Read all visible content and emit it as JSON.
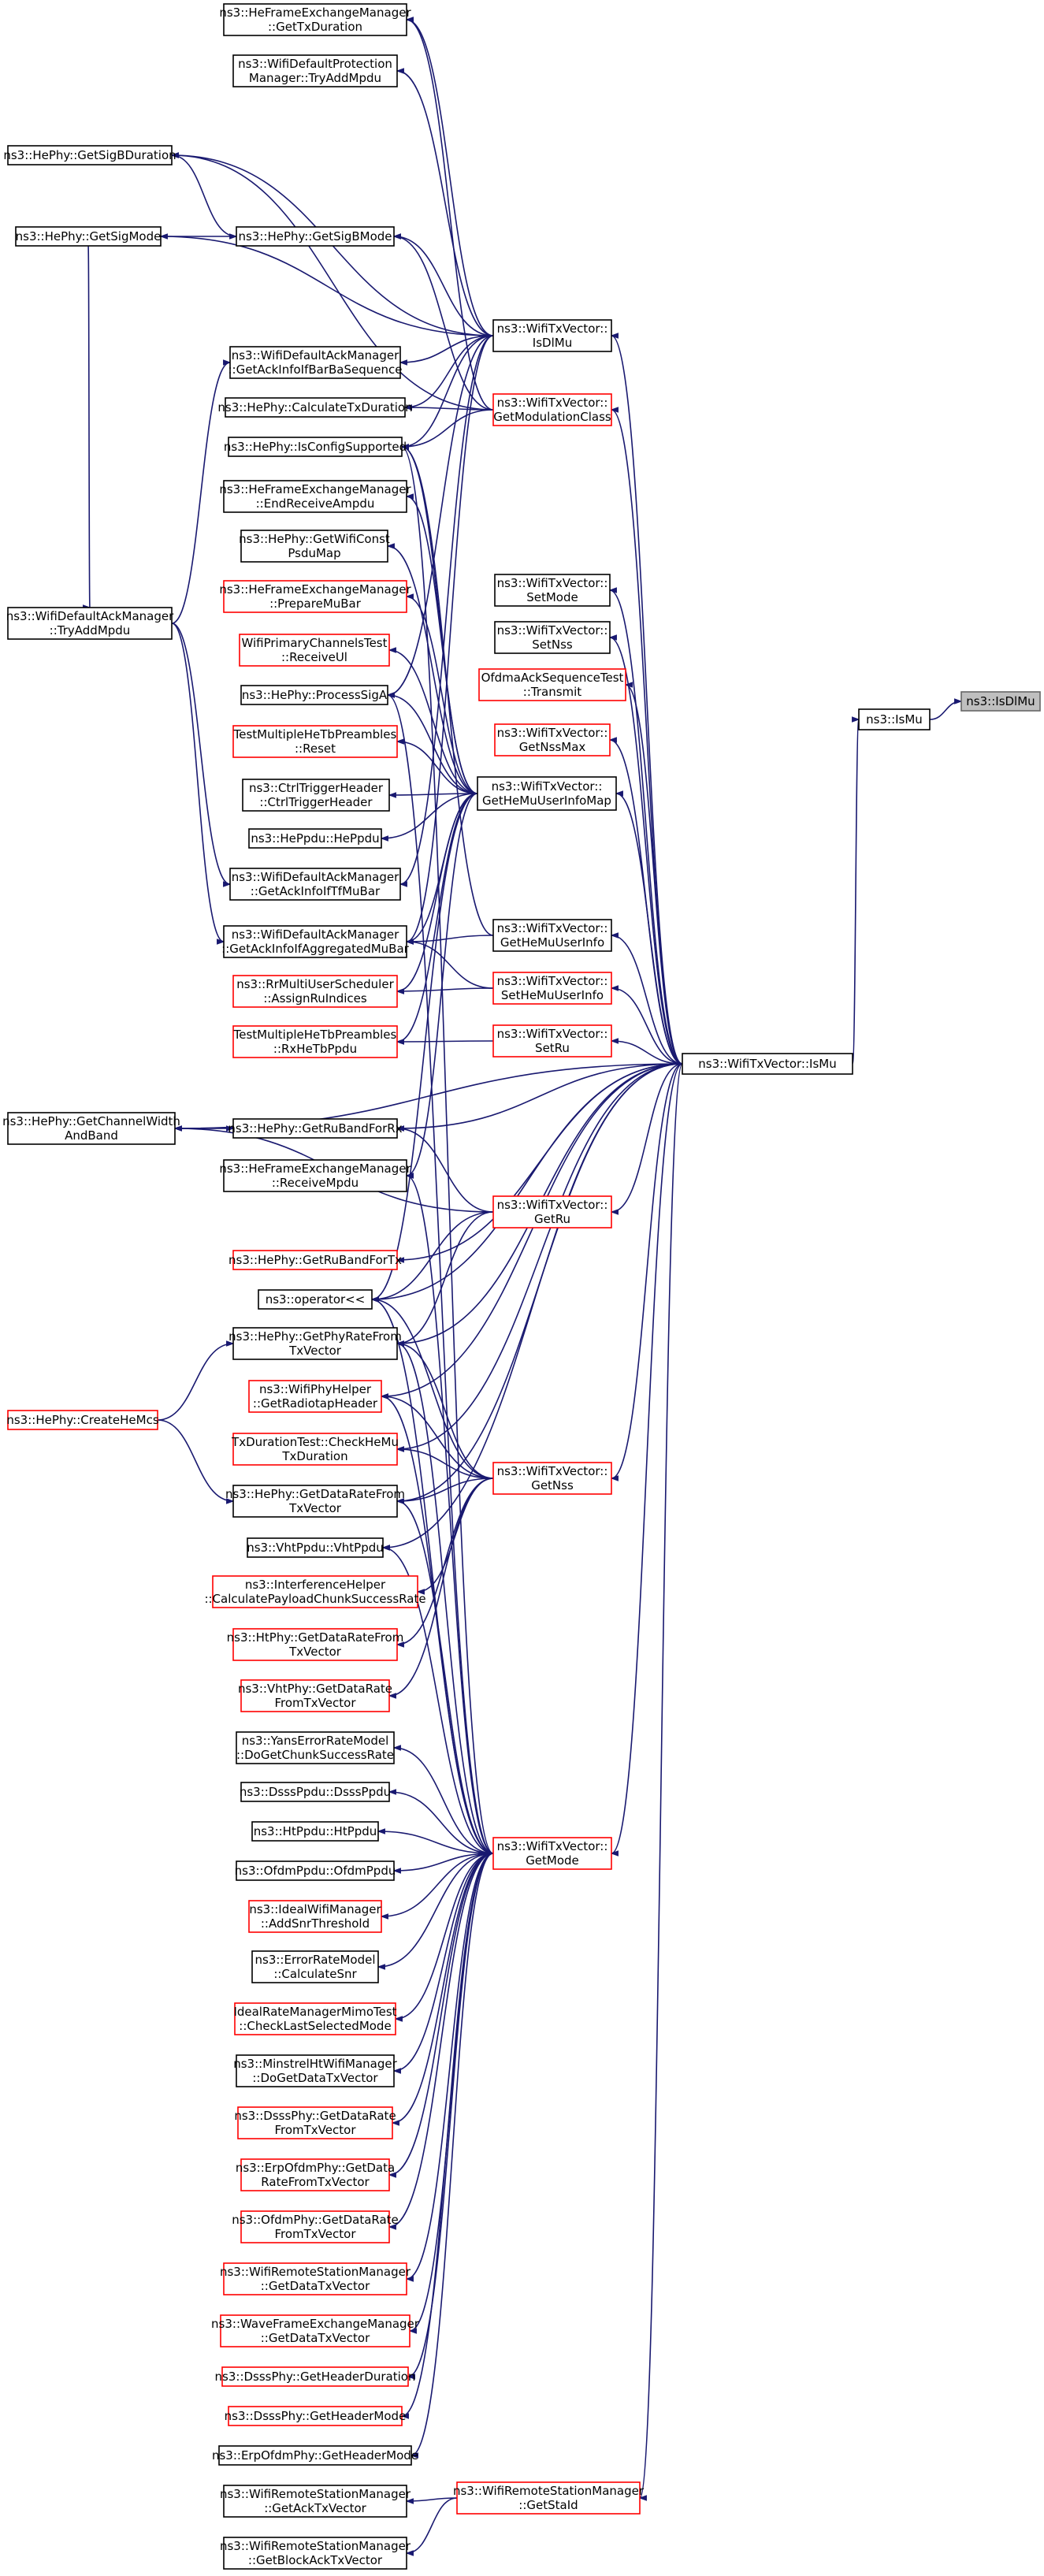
{
  "nodes": [
    {
      "id": "isdlmu_focus",
      "lines": [
        "ns3::IsDlMu"
      ],
      "style": "focus"
    },
    {
      "id": "ismu",
      "lines": [
        "ns3::IsMu"
      ],
      "style": "black"
    },
    {
      "id": "txv_ismu",
      "lines": [
        "ns3::WifiTxVector::IsMu"
      ],
      "style": "black"
    },
    {
      "id": "txv_isdlmu",
      "lines": [
        "ns3::WifiTxVector::",
        "IsDlMu"
      ],
      "style": "black"
    },
    {
      "id": "txv_getmodclass",
      "lines": [
        "ns3::WifiTxVector::",
        "GetModulationClass"
      ],
      "style": "red"
    },
    {
      "id": "txv_setmode",
      "lines": [
        "ns3::WifiTxVector::",
        "SetMode"
      ],
      "style": "black"
    },
    {
      "id": "txv_setnss",
      "lines": [
        "ns3::WifiTxVector::",
        "SetNss"
      ],
      "style": "black"
    },
    {
      "id": "ofdma_transmit",
      "lines": [
        "OfdmaAckSequenceTest",
        "::Transmit"
      ],
      "style": "red"
    },
    {
      "id": "txv_getnssmax",
      "lines": [
        "ns3::WifiTxVector::",
        "GetNssMax"
      ],
      "style": "red"
    },
    {
      "id": "txv_gethemumap",
      "lines": [
        "ns3::WifiTxVector::",
        "GetHeMuUserInfoMap"
      ],
      "style": "black"
    },
    {
      "id": "txv_gethemuinfo",
      "lines": [
        "ns3::WifiTxVector::",
        "GetHeMuUserInfo"
      ],
      "style": "black"
    },
    {
      "id": "txv_sethemuinfo",
      "lines": [
        "ns3::WifiTxVector::",
        "SetHeMuUserInfo"
      ],
      "style": "red"
    },
    {
      "id": "txv_setru",
      "lines": [
        "ns3::WifiTxVector::",
        "SetRu"
      ],
      "style": "red"
    },
    {
      "id": "txv_getru",
      "lines": [
        "ns3::WifiTxVector::",
        "GetRu"
      ],
      "style": "red"
    },
    {
      "id": "txv_getnss",
      "lines": [
        "ns3::WifiTxVector::",
        "GetNss"
      ],
      "style": "red"
    },
    {
      "id": "txv_getmode",
      "lines": [
        "ns3::WifiTxVector::",
        "GetMode"
      ],
      "style": "red"
    },
    {
      "id": "rsm_getstaid",
      "lines": [
        "ns3::WifiRemoteStationManager",
        "::GetStaId"
      ],
      "style": "red"
    },
    {
      "id": "hefem_gettxduration",
      "lines": [
        "ns3::HeFrameExchangeManager",
        "::GetTxDuration"
      ],
      "style": "black"
    },
    {
      "id": "wdpm_tryaddmpdu",
      "lines": [
        "ns3::WifiDefaultProtection",
        "Manager::TryAddMpdu"
      ],
      "style": "black"
    },
    {
      "id": "hephy_getsigbduration",
      "lines": [
        "ns3::HePhy::GetSigBDuration"
      ],
      "style": "black"
    },
    {
      "id": "hephy_getsigmode",
      "lines": [
        "ns3::HePhy::GetSigMode"
      ],
      "style": "black"
    },
    {
      "id": "hephy_getsigbmode",
      "lines": [
        "ns3::HePhy::GetSigBMode"
      ],
      "style": "black"
    },
    {
      "id": "wdam_getackinfoifbarba",
      "lines": [
        "ns3::WifiDefaultAckManager",
        "::GetAckInfoIfBarBaSequence"
      ],
      "style": "black"
    },
    {
      "id": "hephy_calculatetxduration",
      "lines": [
        "ns3::HePhy::CalculateTxDuration"
      ],
      "style": "black"
    },
    {
      "id": "hephy_isconfigsupported",
      "lines": [
        "ns3::HePhy::IsConfigSupported"
      ],
      "style": "black"
    },
    {
      "id": "hefem_endreceiveampdu",
      "lines": [
        "ns3::HeFrameExchangeManager",
        "::EndReceiveAmpdu"
      ],
      "style": "black"
    },
    {
      "id": "hephy_getwificonstpsdumap",
      "lines": [
        "ns3::HePhy::GetWifiConst",
        "PsduMap"
      ],
      "style": "black"
    },
    {
      "id": "hefem_preparemubar",
      "lines": [
        "ns3::HeFrameExchangeManager",
        "::PrepareMuBar"
      ],
      "style": "red"
    },
    {
      "id": "damanager_tryaddmpdu",
      "lines": [
        "ns3::WifiDefaultAckManager",
        "::TryAddMpdu"
      ],
      "style": "black"
    },
    {
      "id": "wpct_receiveul",
      "lines": [
        "WifiPrimaryChannelsTest",
        "::ReceiveUl"
      ],
      "style": "red"
    },
    {
      "id": "hephy_processsiga",
      "lines": [
        "ns3::HePhy::ProcessSigA"
      ],
      "style": "black"
    },
    {
      "id": "tmhtp_reset",
      "lines": [
        "TestMultipleHeTbPreambles",
        "::Reset"
      ],
      "style": "red"
    },
    {
      "id": "ctrltrigger",
      "lines": [
        "ns3::CtrlTriggerHeader",
        "::CtrlTriggerHeader"
      ],
      "style": "black"
    },
    {
      "id": "hepdu_hepdu",
      "lines": [
        "ns3::HePpdu::HePpdu"
      ],
      "style": "black"
    },
    {
      "id": "wdam_getackinfoiftfmubar",
      "lines": [
        "ns3::WifiDefaultAckManager",
        "::GetAckInfoIfTfMuBar"
      ],
      "style": "black"
    },
    {
      "id": "wdam_getackinfoifaggmubar",
      "lines": [
        "ns3::WifiDefaultAckManager",
        "::GetAckInfoIfAggregatedMuBar"
      ],
      "style": "black"
    },
    {
      "id": "rrmus_assignruindices",
      "lines": [
        "ns3::RrMultiUserScheduler",
        "::AssignRuIndices"
      ],
      "style": "red"
    },
    {
      "id": "tmhtp_rxhetbppdu",
      "lines": [
        "TestMultipleHeTbPreambles",
        "::RxHeTbPpdu"
      ],
      "style": "red"
    },
    {
      "id": "hephy_getchannelwidthandband",
      "lines": [
        "ns3::HePhy::GetChannelWidth",
        "AndBand"
      ],
      "style": "black"
    },
    {
      "id": "hephy_getrubandforrx",
      "lines": [
        "ns3::HePhy::GetRuBandForRx"
      ],
      "style": "black"
    },
    {
      "id": "hefem_receivempdu",
      "lines": [
        "ns3::HeFrameExchangeManager",
        "::ReceiveMpdu"
      ],
      "style": "black"
    },
    {
      "id": "hephy_getrubandfortx",
      "lines": [
        "ns3::HePhy::GetRuBandForTx"
      ],
      "style": "red"
    },
    {
      "id": "operator_ll",
      "lines": [
        "ns3::operator<<"
      ],
      "style": "black"
    },
    {
      "id": "hephy_getphyratefromtxvector",
      "lines": [
        "ns3::HePhy::GetPhyRateFrom",
        "TxVector"
      ],
      "style": "black"
    },
    {
      "id": "wifiphyhelper_getradiotapheader",
      "lines": [
        "ns3::WifiPhyHelper",
        "::GetRadiotapHeader"
      ],
      "style": "red"
    },
    {
      "id": "hephy_createhemcs",
      "lines": [
        "ns3::HePhy::CreateHeMcs"
      ],
      "style": "red"
    },
    {
      "id": "tdt_checkhemutxduration",
      "lines": [
        "TxDurationTest::CheckHeMu",
        "TxDuration"
      ],
      "style": "red"
    },
    {
      "id": "hephy_getdataratefromtxvector",
      "lines": [
        "ns3::HePhy::GetDataRateFrom",
        "TxVector"
      ],
      "style": "black"
    },
    {
      "id": "vhtppdu_vhtppdu",
      "lines": [
        "ns3::VhtPpdu::VhtPpdu"
      ],
      "style": "black"
    },
    {
      "id": "ih_calcpayloadchunk",
      "lines": [
        "ns3::InterferenceHelper",
        "::CalculatePayloadChunkSuccessRate"
      ],
      "style": "red"
    },
    {
      "id": "htphy_getdataratefromtxvector",
      "lines": [
        "ns3::HtPhy::GetDataRateFrom",
        "TxVector"
      ],
      "style": "red"
    },
    {
      "id": "vhtphy_getdatarate",
      "lines": [
        "ns3::VhtPhy::GetDataRate",
        "FromTxVector"
      ],
      "style": "red"
    },
    {
      "id": "yans_dogetchunksuccessrate",
      "lines": [
        "ns3::YansErrorRateModel",
        "::DoGetChunkSuccessRate"
      ],
      "style": "black"
    },
    {
      "id": "dsssppdu_dsssppdu",
      "lines": [
        "ns3::DsssPpdu::DsssPpdu"
      ],
      "style": "black"
    },
    {
      "id": "htppdu_htppdu",
      "lines": [
        "ns3::HtPpdu::HtPpdu"
      ],
      "style": "black"
    },
    {
      "id": "ofdmppdu_ofdmppdu",
      "lines": [
        "ns3::OfdmPpdu::OfdmPpdu"
      ],
      "style": "black"
    },
    {
      "id": "idealwm_addsnrthreshold",
      "lines": [
        "ns3::IdealWifiManager",
        "::AddSnrThreshold"
      ],
      "style": "red"
    },
    {
      "id": "erm_calculatesnr",
      "lines": [
        "ns3::ErrorRateModel",
        "::CalculateSnr"
      ],
      "style": "black"
    },
    {
      "id": "irmmt_checklastselectedmode",
      "lines": [
        "IdealRateManagerMimoTest",
        "::CheckLastSelectedMode"
      ],
      "style": "red"
    },
    {
      "id": "minstrelht_dogetdatatxvector",
      "lines": [
        "ns3::MinstrelHtWifiManager",
        "::DoGetDataTxVector"
      ],
      "style": "black"
    },
    {
      "id": "dsssphy_getdatarate",
      "lines": [
        "ns3::DsssPhy::GetDataRate",
        "FromTxVector"
      ],
      "style": "red"
    },
    {
      "id": "erpofdmphy_getdata",
      "lines": [
        "ns3::ErpOfdmPhy::GetData",
        "RateFromTxVector"
      ],
      "style": "red"
    },
    {
      "id": "ofdmphy_getdatarate",
      "lines": [
        "ns3::OfdmPhy::GetDataRate",
        "FromTxVector"
      ],
      "style": "red"
    },
    {
      "id": "rsm_getdatatxvector",
      "lines": [
        "ns3::WifiRemoteStationManager",
        "::GetDataTxVector"
      ],
      "style": "red"
    },
    {
      "id": "wfem_getdatatxvector",
      "lines": [
        "ns3::WaveFrameExchangeManager",
        "::GetDataTxVector"
      ],
      "style": "red"
    },
    {
      "id": "dsssphy_getheaderduration",
      "lines": [
        "ns3::DsssPhy::GetHeaderDuration"
      ],
      "style": "red"
    },
    {
      "id": "dsssphy_getheadermode",
      "lines": [
        "ns3::DsssPhy::GetHeaderMode"
      ],
      "style": "red"
    },
    {
      "id": "erpofdmphy_getheadermode",
      "lines": [
        "ns3::ErpOfdmPhy::GetHeaderMode"
      ],
      "style": "black"
    },
    {
      "id": "rsm_getacktxvector",
      "lines": [
        "ns3::WifiRemoteStationManager",
        "::GetAckTxVector"
      ],
      "style": "black"
    },
    {
      "id": "rsm_getblockacktxvector",
      "lines": [
        "ns3::WifiRemoteStationManager",
        "::GetBlockAckTxVector"
      ],
      "style": "black"
    }
  ],
  "edges": [
    [
      "ismu",
      "isdlmu_focus"
    ],
    [
      "txv_ismu",
      "ismu"
    ],
    [
      "txv_isdlmu",
      "hefem_gettxduration"
    ],
    [
      "txv_isdlmu",
      "wdpm_tryaddmpdu"
    ],
    [
      "txv_isdlmu",
      "hephy_getsigbduration"
    ],
    [
      "txv_isdlmu",
      "hephy_getsigmode"
    ],
    [
      "txv_isdlmu",
      "hephy_getsigbmode"
    ],
    [
      "txv_isdlmu",
      "wdam_getackinfoifbarba"
    ],
    [
      "txv_isdlmu",
      "hephy_calculatetxduration"
    ],
    [
      "txv_isdlmu",
      "hephy_isconfigsupported"
    ],
    [
      "txv_isdlmu",
      "hephy_processsiga"
    ],
    [
      "txv_isdlmu",
      "wdam_getackinfoiftfmubar"
    ],
    [
      "txv_isdlmu",
      "wdam_getackinfoifaggmubar"
    ],
    [
      "txv_getmodclass",
      "hephy_calculatetxduration"
    ],
    [
      "txv_getmodclass",
      "hephy_getsigbmode"
    ],
    [
      "txv_getmodclass",
      "hefem_gettxduration"
    ],
    [
      "txv_getmodclass",
      "hephy_isconfigsupported"
    ],
    [
      "txv_getmodclass",
      "hephy_getsigbduration"
    ],
    [
      "txv_gethemumap",
      "hephy_isconfigsupported"
    ],
    [
      "txv_gethemumap",
      "hefem_endreceiveampdu"
    ],
    [
      "txv_gethemumap",
      "hephy_getwificonstpsdumap"
    ],
    [
      "txv_gethemumap",
      "hefem_preparemubar"
    ],
    [
      "txv_gethemumap",
      "wpct_receiveul"
    ],
    [
      "txv_gethemumap",
      "hephy_processsiga"
    ],
    [
      "txv_gethemumap",
      "tmhtp_reset"
    ],
    [
      "txv_gethemumap",
      "ctrltrigger"
    ],
    [
      "txv_gethemumap",
      "hepdu_hepdu"
    ],
    [
      "txv_gethemumap",
      "wdam_getackinfoifaggmubar"
    ],
    [
      "txv_gethemumap",
      "rrmus_assignruindices"
    ],
    [
      "txv_gethemumap",
      "tmhtp_rxhetbppdu"
    ],
    [
      "txv_gethemumap",
      "hefem_receivempdu"
    ],
    [
      "txv_gethemumap",
      "operator_ll"
    ],
    [
      "txv_gethemuinfo",
      "wdam_getackinfoifaggmubar"
    ],
    [
      "txv_gethemuinfo",
      "hephy_isconfigsupported"
    ],
    [
      "txv_sethemuinfo",
      "rrmus_assignruindices"
    ],
    [
      "txv_sethemuinfo",
      "wdam_getackinfoifaggmubar"
    ],
    [
      "txv_setru",
      "tmhtp_rxhetbppdu"
    ],
    [
      "txv_getru",
      "hephy_getrubandforrx"
    ],
    [
      "txv_getru",
      "hephy_getchannelwidthandband"
    ],
    [
      "txv_getru",
      "operator_ll"
    ],
    [
      "txv_getru",
      "hephy_getphyratefromtxvector"
    ],
    [
      "txv_getnss",
      "operator_ll"
    ],
    [
      "txv_getnss",
      "hephy_getphyratefromtxvector"
    ],
    [
      "txv_getnss",
      "wifiphyhelper_getradiotapheader"
    ],
    [
      "txv_getnss",
      "tdt_checkhemutxduration"
    ],
    [
      "txv_getnss",
      "hephy_getdataratefromtxvector"
    ],
    [
      "txv_getnss",
      "ih_calcpayloadchunk"
    ],
    [
      "txv_getnss",
      "htphy_getdataratefromtxvector"
    ],
    [
      "txv_getnss",
      "vhtphy_getdatarate"
    ],
    [
      "txv_getmode",
      "dsssppdu_dsssppdu"
    ],
    [
      "txv_getmode",
      "htppdu_htppdu"
    ],
    [
      "txv_getmode",
      "ofdmppdu_ofdmppdu"
    ],
    [
      "txv_getmode",
      "idealwm_addsnrthreshold"
    ],
    [
      "txv_getmode",
      "erm_calculatesnr"
    ],
    [
      "txv_getmode",
      "irmmt_checklastselectedmode"
    ],
    [
      "txv_getmode",
      "minstrelht_dogetdatatxvector"
    ],
    [
      "txv_getmode",
      "dsssphy_getdatarate"
    ],
    [
      "txv_getmode",
      "erpofdmphy_getdata"
    ],
    [
      "txv_getmode",
      "ofdmphy_getdatarate"
    ],
    [
      "txv_getmode",
      "rsm_getdatatxvector"
    ],
    [
      "txv_getmode",
      "wfem_getdatatxvector"
    ],
    [
      "txv_getmode",
      "dsssphy_getheaderduration"
    ],
    [
      "txv_getmode",
      "dsssphy_getheadermode"
    ],
    [
      "txv_getmode",
      "erpofdmphy_getheadermode"
    ],
    [
      "txv_getmode",
      "yans_dogetchunksuccessrate"
    ],
    [
      "txv_getmode",
      "vhtppdu_vhtppdu"
    ],
    [
      "txv_getmode",
      "operator_ll"
    ],
    [
      "txv_getmode",
      "hephy_getphyratefromtxvector"
    ],
    [
      "txv_getmode",
      "wifiphyhelper_getradiotapheader"
    ],
    [
      "txv_getmode",
      "hephy_getdataratefromtxvector"
    ],
    [
      "txv_getmode",
      "hefem_receivempdu"
    ],
    [
      "txv_getmode",
      "hephy_processsiga"
    ],
    [
      "txv_getmode",
      "hephy_isconfigsupported"
    ],
    [
      "rsm_getstaid",
      "rsm_getacktxvector"
    ],
    [
      "rsm_getstaid",
      "rsm_getblockacktxvector"
    ],
    [
      "hephy_getsigmode",
      "damanager_tryaddmpdu"
    ],
    [
      "hephy_getsigmode",
      "hephy_getsigbmode"
    ],
    [
      "hephy_getsigbmode",
      "hephy_getsigbduration"
    ],
    [
      "damanager_tryaddmpdu",
      "wdam_getackinfoifbarba"
    ],
    [
      "damanager_tryaddmpdu",
      "wdam_getackinfoiftfmubar"
    ],
    [
      "damanager_tryaddmpdu",
      "wdam_getackinfoifaggmubar"
    ],
    [
      "hephy_getchannelwidthandband",
      "hephy_getrubandforrx"
    ],
    [
      "hephy_createhemcs",
      "hephy_getphyratefromtxvector"
    ],
    [
      "hephy_createhemcs",
      "hephy_getdataratefromtxvector"
    ],
    [
      "txv_ismu",
      "txv_isdlmu"
    ],
    [
      "txv_ismu",
      "txv_getmodclass"
    ],
    [
      "txv_ismu",
      "txv_setmode"
    ],
    [
      "txv_ismu",
      "txv_setnss"
    ],
    [
      "txv_ismu",
      "ofdma_transmit"
    ],
    [
      "txv_ismu",
      "txv_getnssmax"
    ],
    [
      "txv_ismu",
      "txv_gethemumap"
    ],
    [
      "txv_ismu",
      "txv_gethemuinfo"
    ],
    [
      "txv_ismu",
      "txv_sethemuinfo"
    ],
    [
      "txv_ismu",
      "txv_setru"
    ],
    [
      "txv_ismu",
      "hephy_getchannelwidthandband"
    ],
    [
      "txv_ismu",
      "hephy_getrubandforrx"
    ],
    [
      "txv_ismu",
      "txv_getru"
    ],
    [
      "txv_ismu",
      "hephy_getrubandfortx"
    ],
    [
      "txv_ismu",
      "txv_getnss"
    ],
    [
      "txv_ismu",
      "txv_getmode"
    ],
    [
      "txv_ismu",
      "rsm_getstaid"
    ],
    [
      "txv_ismu",
      "operator_ll"
    ],
    [
      "txv_ismu",
      "hephy_getphyratefromtxvector"
    ],
    [
      "txv_ismu",
      "wifiphyhelper_getradiotapheader"
    ],
    [
      "txv_ismu",
      "tdt_checkhemutxduration"
    ],
    [
      "txv_ismu",
      "hephy_getdataratefromtxvector"
    ],
    [
      "txv_ismu",
      "vhtppdu_vhtppdu"
    ]
  ]
}
